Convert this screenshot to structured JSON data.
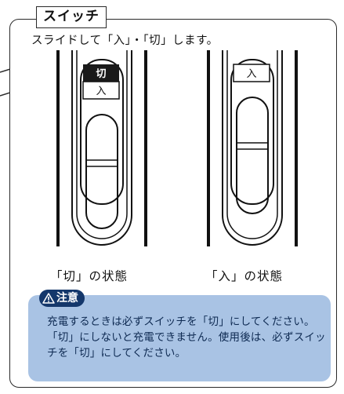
{
  "title": "スイッチ",
  "instruction": "スライドして「入」・「切」します。",
  "switch_off": {
    "label_on": "入",
    "label_off": "切",
    "caption": "「切」の状態"
  },
  "switch_on": {
    "label_on": "入",
    "caption": "「入」の状態"
  },
  "note": {
    "badge": "注意",
    "text": "充電するときは必ずスイッチを「切」にしてください。「切」にしないと充電できません。使用後は、必ずスイッチを「切」にしてください。"
  }
}
